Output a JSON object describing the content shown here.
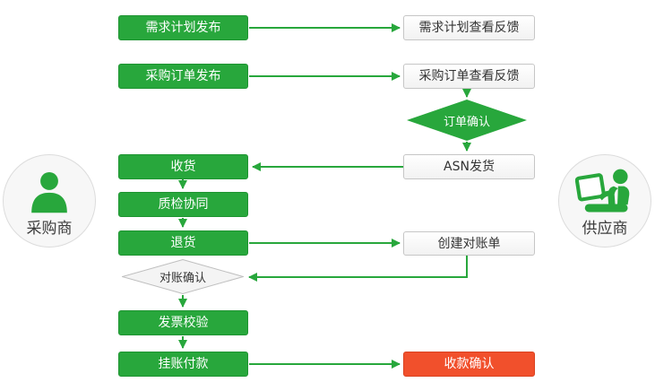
{
  "actors": {
    "buyer": {
      "label": "采购商"
    },
    "supplier": {
      "label": "供应商"
    }
  },
  "nodes": {
    "demand_plan_publish": {
      "label": "需求计划发布",
      "style": "green"
    },
    "demand_plan_feedback": {
      "label": "需求计划查看反馈",
      "style": "plain"
    },
    "po_publish": {
      "label": "采购订单发布",
      "style": "green"
    },
    "po_feedback": {
      "label": "采购订单查看反馈",
      "style": "plain"
    },
    "order_confirm": {
      "label": "订单确认",
      "style": "green-diamond"
    },
    "asn_ship": {
      "label": "ASN发货",
      "style": "plain"
    },
    "receive": {
      "label": "收货",
      "style": "green"
    },
    "quality_check": {
      "label": "质检协同",
      "style": "green"
    },
    "return_goods": {
      "label": "退货",
      "style": "green"
    },
    "create_statement": {
      "label": "创建对账单",
      "style": "plain"
    },
    "statement_confirm": {
      "label": "对账确认",
      "style": "gray-diamond"
    },
    "invoice_verify": {
      "label": "发票校验",
      "style": "green"
    },
    "payment": {
      "label": "挂账付款",
      "style": "green"
    },
    "receipt_confirm": {
      "label": "收款确认",
      "style": "red"
    }
  },
  "edges": [
    {
      "from": "demand_plan_publish",
      "to": "demand_plan_feedback"
    },
    {
      "from": "po_publish",
      "to": "po_feedback"
    },
    {
      "from": "po_feedback",
      "to": "order_confirm"
    },
    {
      "from": "order_confirm",
      "to": "asn_ship"
    },
    {
      "from": "asn_ship",
      "to": "receive"
    },
    {
      "from": "receive",
      "to": "quality_check"
    },
    {
      "from": "quality_check",
      "to": "return_goods"
    },
    {
      "from": "return_goods",
      "to": "create_statement"
    },
    {
      "from": "create_statement",
      "to": "statement_confirm"
    },
    {
      "from": "statement_confirm",
      "to": "invoice_verify"
    },
    {
      "from": "invoice_verify",
      "to": "payment"
    },
    {
      "from": "payment",
      "to": "receipt_confirm"
    }
  ],
  "colors": {
    "process_green": "#28a73c",
    "final_red": "#f1502c",
    "plain_box_border": "#c6c6c6",
    "text_dark": "#333333"
  },
  "icons": {
    "buyer": "person-bust-icon",
    "supplier": "person-with-laptop-icon"
  }
}
